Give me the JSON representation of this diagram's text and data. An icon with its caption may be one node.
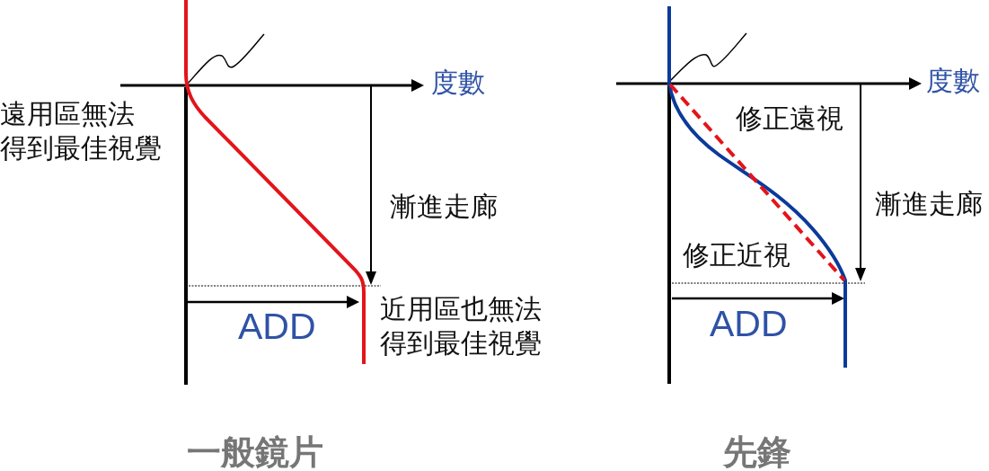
{
  "diagram": {
    "labels": [
      "度數",
      "遠用區無法得到最佳視覺",
      "漸進走廊",
      "近用區也無法得到最佳視覺",
      "ADD",
      "一般鏡片",
      "度數",
      "修正遠視",
      "漸進走廊",
      "修正近視",
      "ADD",
      "先鋒"
    ]
  }
}
